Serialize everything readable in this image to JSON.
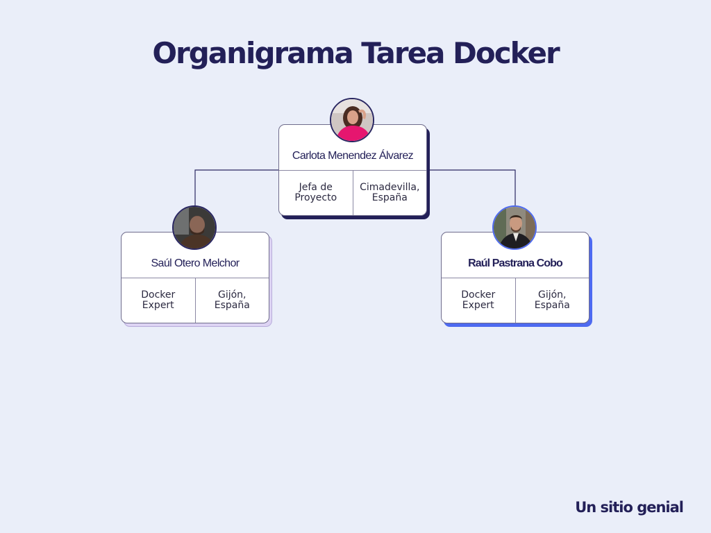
{
  "page": {
    "title": "Organigrama Tarea Docker",
    "brand": "Un sitio genial"
  },
  "people": [
    {
      "name": "Carlota Menendez Álvarez",
      "role": "Jefa de Proyecto",
      "location": "Cimadevilla, España",
      "avatar_icon": "person-photo-icon",
      "shadow_color": "#232058",
      "name_bold": false
    },
    {
      "name": "Saúl Otero Melchor",
      "role": "Docker Expert",
      "location": "Gijón, España",
      "avatar_icon": "person-photo-icon",
      "shadow_color": "#ddd3f3",
      "name_bold": false
    },
    {
      "name": "Raúl Pastrana Cobo",
      "role": "Docker Expert",
      "location": "Gijón, España",
      "avatar_icon": "person-photo-icon",
      "shadow_color": "#4e6af0",
      "name_bold": true
    }
  ],
  "colors": {
    "background": "#eaeef9",
    "text": "#232058",
    "connector": "#2a2762"
  }
}
